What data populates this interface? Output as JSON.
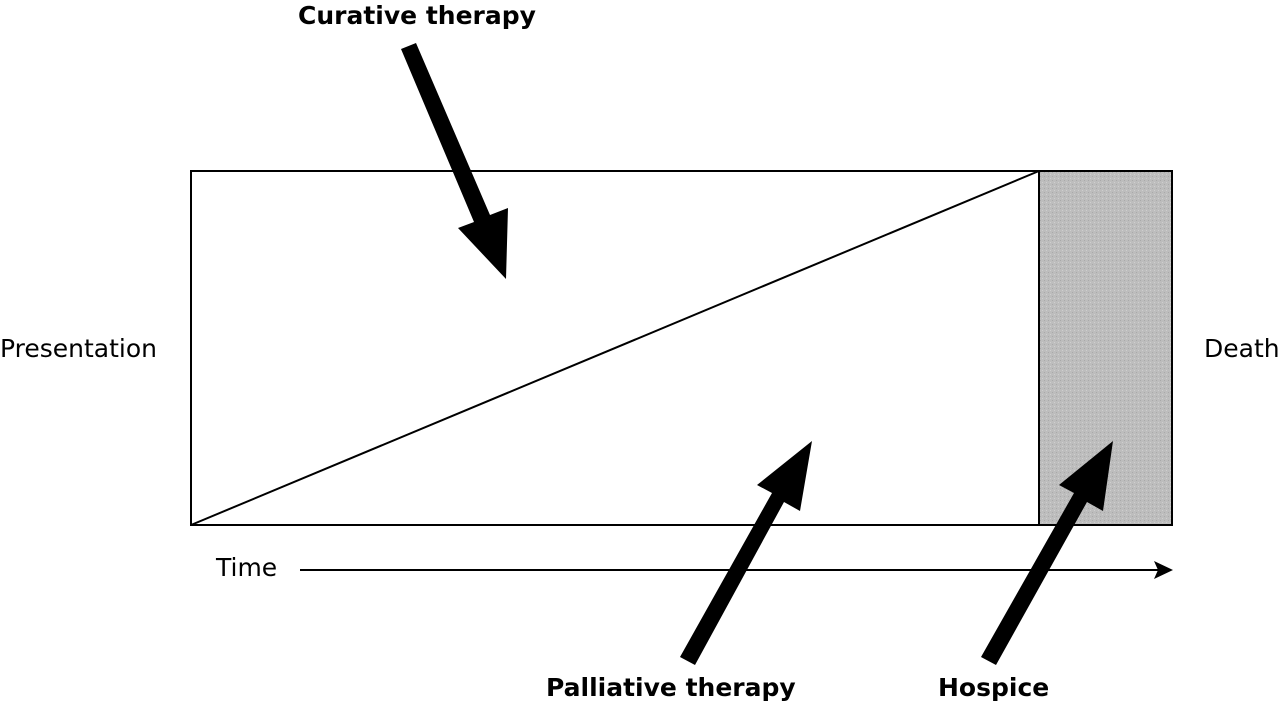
{
  "labels": {
    "curative": "Curative therapy",
    "palliative": "Palliative therapy",
    "hospice": "Hospice",
    "presentation": "Presentation",
    "death": "Death",
    "time": "Time"
  },
  "colors": {
    "stroke": "#000000",
    "hospice_fill": "#bdbdbd",
    "background": "#ffffff"
  }
}
